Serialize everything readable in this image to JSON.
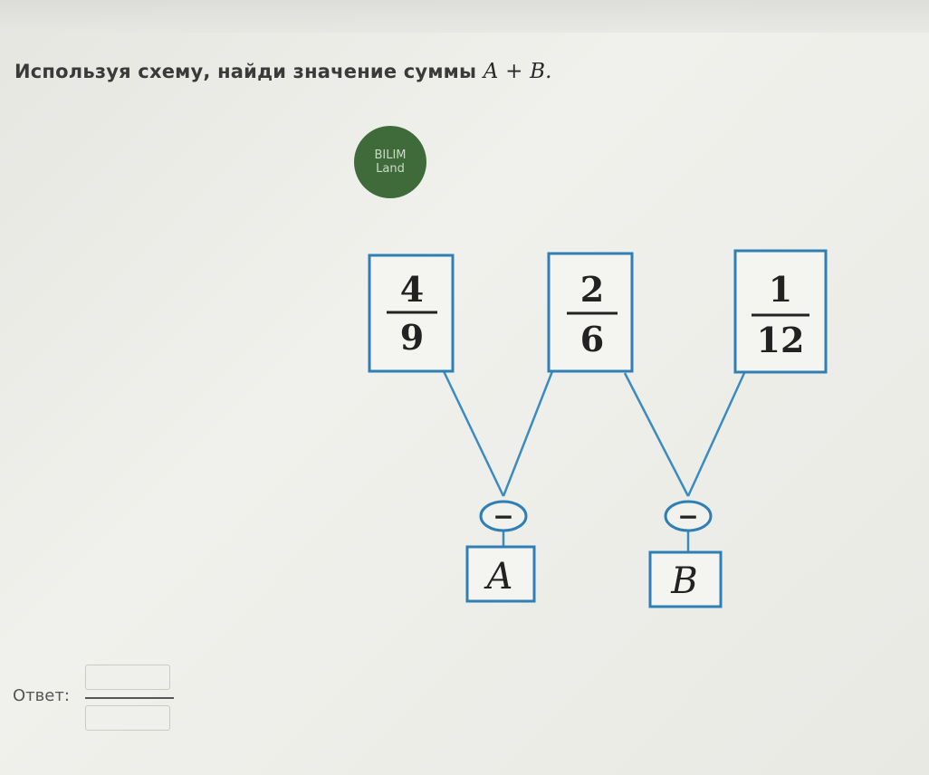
{
  "question": {
    "text": "Используя схему, найди значение суммы",
    "expression": "A + B."
  },
  "logo": {
    "line1": "BILIM",
    "line2": "Land"
  },
  "scheme": {
    "fractions": [
      {
        "numerator": "4",
        "denominator": "9"
      },
      {
        "numerator": "2",
        "denominator": "6"
      },
      {
        "numerator": "1",
        "denominator": "12"
      }
    ],
    "operation_symbol": "−",
    "results": [
      "A",
      "B"
    ],
    "colors": {
      "border": "#2f7fb5",
      "line": "#3a8cc0"
    }
  },
  "answer": {
    "label": "Ответ:",
    "numerator_value": "",
    "denominator_value": ""
  }
}
